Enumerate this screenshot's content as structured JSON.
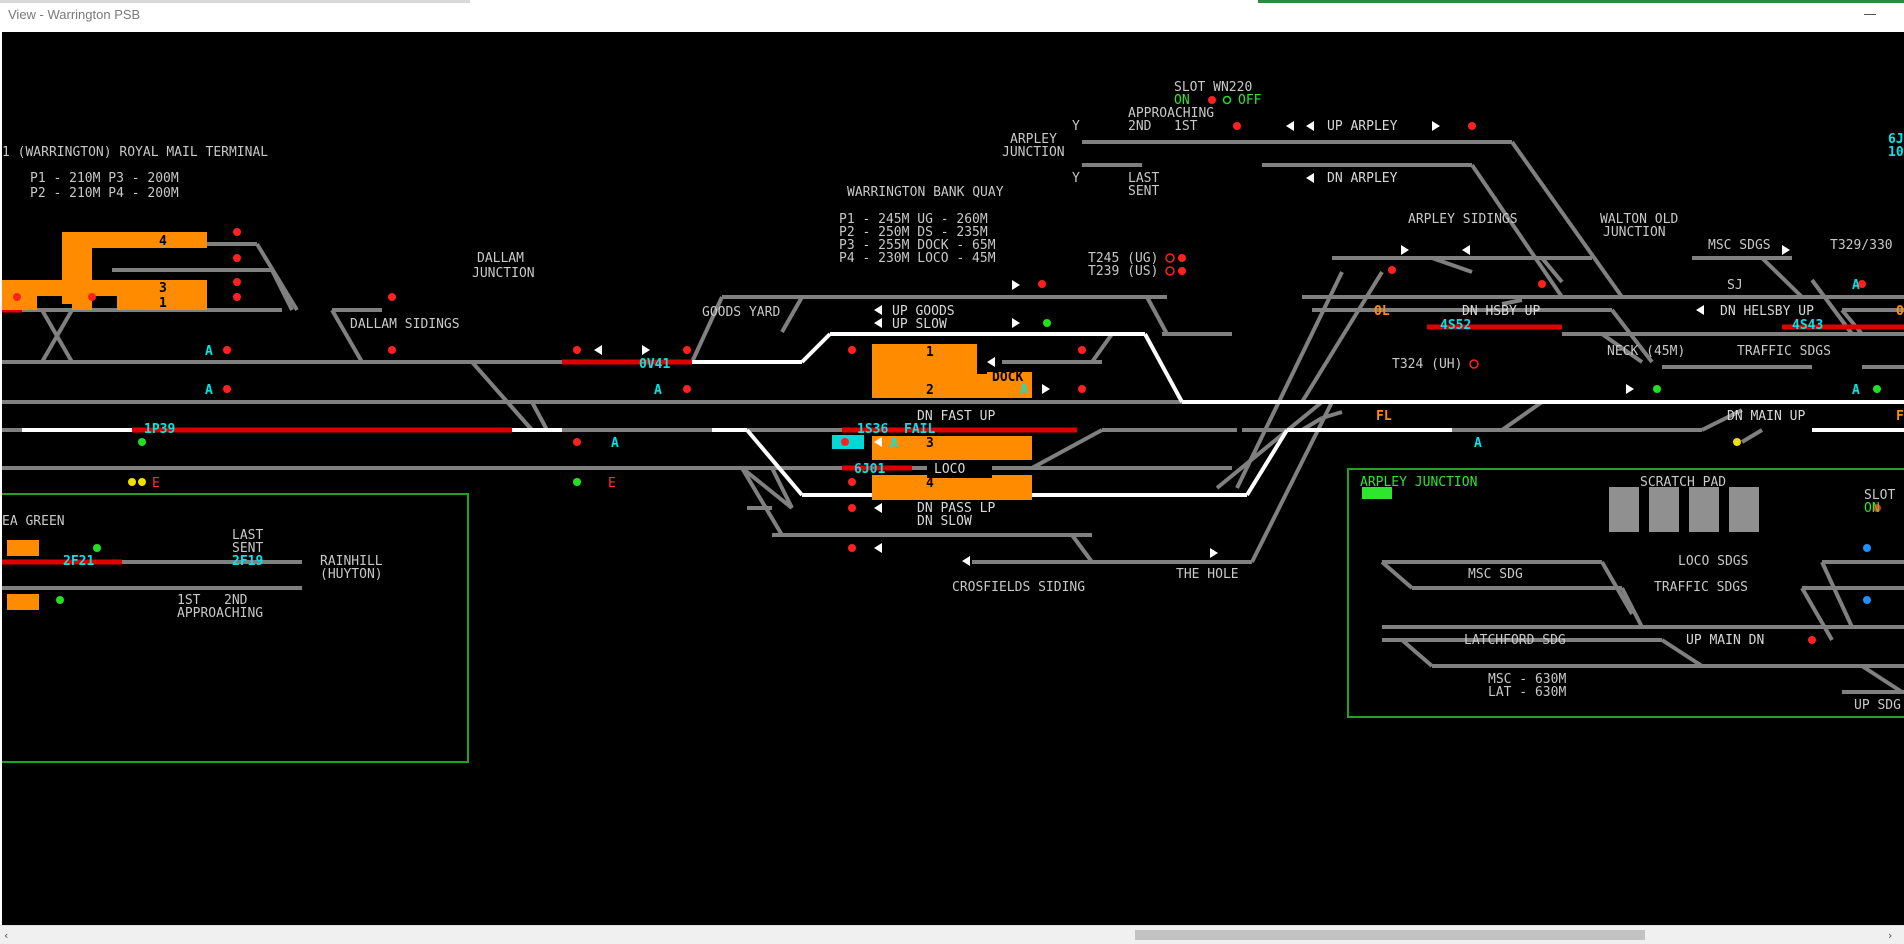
{
  "window": {
    "title": "View - Warrington PSB"
  },
  "labels": {
    "royal_mail_terminal": "1 (WARRINGTON) ROYAL MAIL TERMINAL",
    "rmt_p1_p3": "P1 - 210M   P3 - 200M",
    "rmt_p2_p4": "P2 - 210M   P4 - 200M",
    "dallam_junction_1": "DALLAM",
    "dallam_junction_2": "JUNCTION",
    "dallam_sidings": "DALLAM SIDINGS",
    "goods_yard": "GOODS YARD",
    "warrington_bank_quay": "WARRINGTON BANK QUAY",
    "wbq_row1": "P1 - 245M   UG -   260M",
    "wbq_row2": "P2 - 250M   DS -   235M",
    "wbq_row3": "P3 - 255M   DOCK - 65M",
    "wbq_row4": "P4 - 230M   LOCO - 45M",
    "t245": "T245 (UG)",
    "t239": "T239 (US)",
    "slot_wn220": "SLOT WN220",
    "slot_on": "ON",
    "slot_off": "OFF",
    "approaching": "APPROACHING",
    "second": "2ND",
    "first": "1ST",
    "arpley_junction_1": "ARPLEY",
    "arpley_junction_2": "JUNCTION",
    "y_upper": "Y",
    "y_lower": "Y",
    "last_sent_1": "LAST",
    "last_sent_2": "SENT",
    "up_arpley": "UP ARPLEY",
    "dn_arpley": "DN ARPLEY",
    "arpley_sidings": "ARPLEY SIDINGS",
    "walton_old_1": "WALTON OLD",
    "walton_old_2": "JUNCTION",
    "msc_sdgs": "MSC SDGS",
    "t329_330": "T329/330",
    "sj": "SJ",
    "up_goods": "UP GOODS",
    "up_slow": "UP SLOW",
    "dn_hsby_up": "DN HSBY UP",
    "dn_helsby_up": "DN HELSBY UP",
    "ol": "OL",
    "t324": "T324 (UH)",
    "neck": "NECK (45M)",
    "traffic_sdgs": "TRAFFIC SDGS",
    "dock": "DOCK",
    "dn_fast_up": "DN FAST UP",
    "fl": "FL",
    "dn_main_up": "DN MAIN UP",
    "fail": "FAIL",
    "loco": "LOCO",
    "dn_pass_lp": "DN PASS LP",
    "dn_slow": "DN SLOW",
    "crosfields_siding": "CROSFIELDS SIDING",
    "the_hole": "THE HOLE",
    "sea_green": "EA GREEN",
    "last_sent_b1": "LAST",
    "last_sent_b2": "SENT",
    "rainhill_1": "RAINHILL",
    "rainhill_2": "(HUYTON)",
    "first_b": "1ST",
    "second_b": "2ND",
    "approaching_b": "APPROACHING",
    "aspect_a": "A",
    "aspect_e": "E",
    "right_edge_f": "F",
    "right_edge_o": "O",
    "right_edge_6j": "6J",
    "right_edge_10": "10"
  },
  "platform_numbers": {
    "rmt_4": "4",
    "rmt_3": "3",
    "rmt_1": "1",
    "wbq_1": "1",
    "wbq_2": "2",
    "wbq_3": "3",
    "wbq_4": "4"
  },
  "train_descriptions": {
    "td_1p39": "1P39",
    "td_0v41": "0V41",
    "td_1s36": "1S36",
    "td_6j01": "6J01",
    "td_2f21": "2F21",
    "td_2f19": "2F19",
    "td_4s52": "4S52",
    "td_4s43": "4S43"
  },
  "inset_panel": {
    "title": "ARPLEY JUNCTION",
    "scratch_pad": "SCRATCH PAD",
    "slot": "SLOT",
    "slot_on": "ON",
    "loco_sdgs": "LOCO SDGS",
    "msc_sdg": "MSC SDG",
    "traffic_sdgs": "TRAFFIC SDGS",
    "latchford_sdg": "LATCHFORD SDG",
    "up_main_dn": "UP MAIN DN",
    "msc_len": "MSC - 630M",
    "lat_len": "LAT - 630M",
    "up_sdg": "UP SDG"
  },
  "colors": {
    "background": "#000000",
    "track_unoccupied": "#808080",
    "track_route_set": "#ffffff",
    "track_occupied": "#e00000",
    "platform_occupied": "#ff8c00",
    "train_description": "#00e6e6",
    "signal_red": "#ff2020",
    "signal_green": "#20e020",
    "panel_border": "#1ea51e"
  },
  "scrollbar": {
    "left_arrow": "‹",
    "right_arrow": "›"
  }
}
